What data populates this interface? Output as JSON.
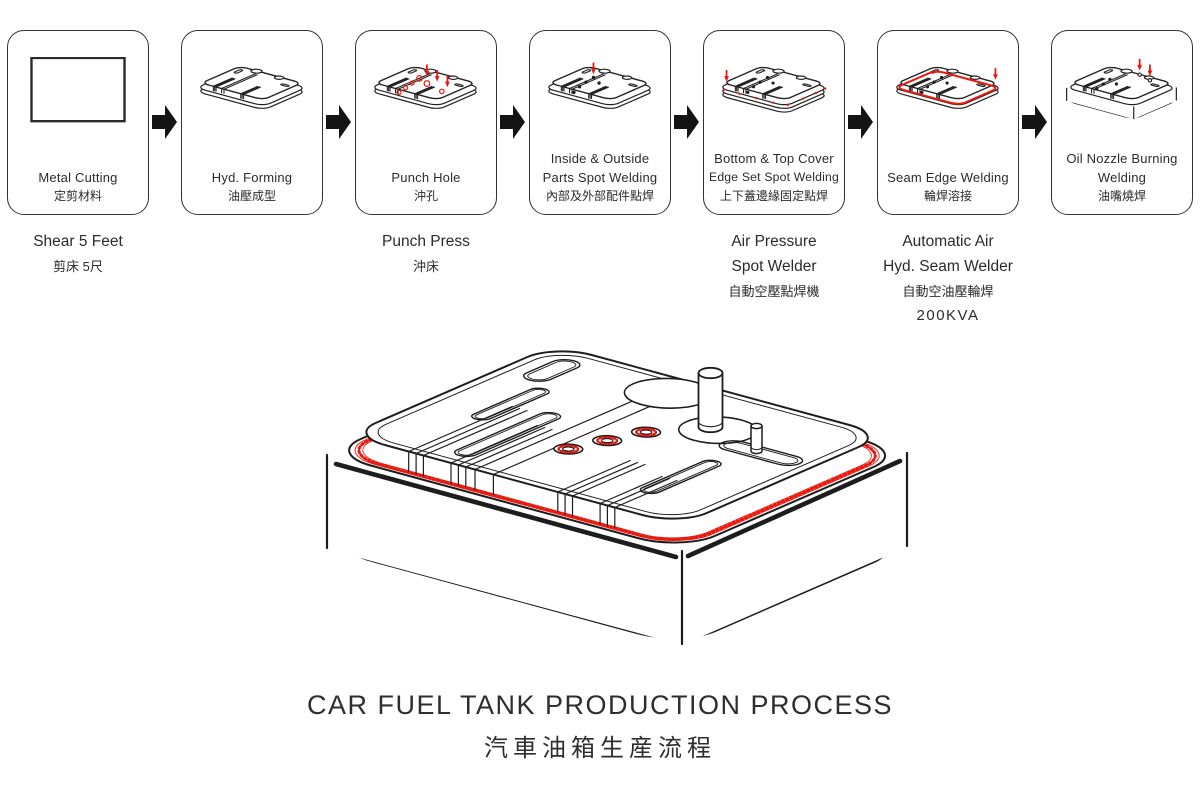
{
  "colors": {
    "ink": "#1d1d1d",
    "accent_red": "#e8190f"
  },
  "icons": {
    "flow_arrow": "right-block-arrow",
    "weld_arrow": "small-red-down-arrow"
  },
  "flow": {
    "steps": [
      {
        "en1": "Metal Cutting",
        "zh": "定剪材料",
        "below_en1": "Shear 5 Feet",
        "below_zh": "剪床 5尺"
      },
      {
        "en1": "Hyd. Forming",
        "zh": "油壓成型"
      },
      {
        "en1": "Punch Hole",
        "zh": "沖孔",
        "below_en1": "Punch Press",
        "below_zh": "沖床"
      },
      {
        "en1": "Inside & Outside",
        "en2": "Parts Spot Welding",
        "zh": "內部及外部配件點焊"
      },
      {
        "en1": "Bottom & Top Cover",
        "en2": "Edge Set Spot Welding",
        "zh": "上下蓋邊緣固定點焊",
        "below_en1": "Air Pressure",
        "below_en2": "Spot Welder",
        "below_zh": "自動空壓點焊機"
      },
      {
        "en1": "Seam Edge Welding",
        "zh": "輪焊溶接",
        "below_en1": "Automatic Air",
        "below_en2": "Hyd. Seam Welder",
        "below_zh": "自動空油壓輪焊",
        "below_extra": "200KVA"
      },
      {
        "en1": "Oil Nozzle Burning",
        "en2": "Welding",
        "zh": "油嘴燒焊"
      }
    ]
  },
  "footer": {
    "title_en": "CAR FUEL TANK PRODUCTION PROCESS",
    "title_zh": "汽車油箱生産流程"
  }
}
